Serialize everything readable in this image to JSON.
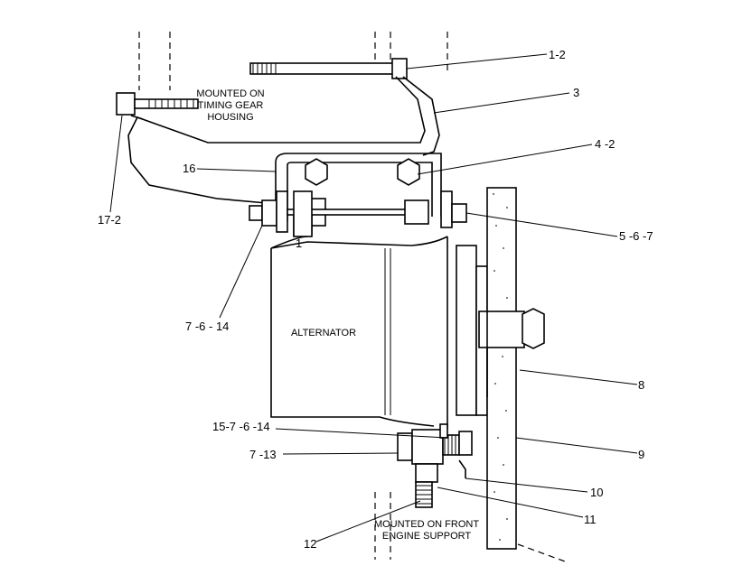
{
  "notes": {
    "timing_gear": [
      "MOUNTED ON",
      "TIMING GEAR",
      "HOUSING"
    ],
    "alternator": "ALTERNATOR",
    "front_support": [
      "MOUNTED ON FRONT",
      "ENGINE SUPPORT"
    ]
  },
  "callouts": {
    "c1": "1-2",
    "c3": "3",
    "c4": "4 -2",
    "c16": "16",
    "c17": "17-2",
    "c567": "5 -6 -7",
    "c7614": "7 -6 - 14",
    "c8": "8",
    "c9": "9",
    "c157614": "15-7 -6 -14",
    "c713": "7 -13",
    "c10": "10",
    "c11": "11",
    "c12": "12",
    "marker_1": "1"
  }
}
